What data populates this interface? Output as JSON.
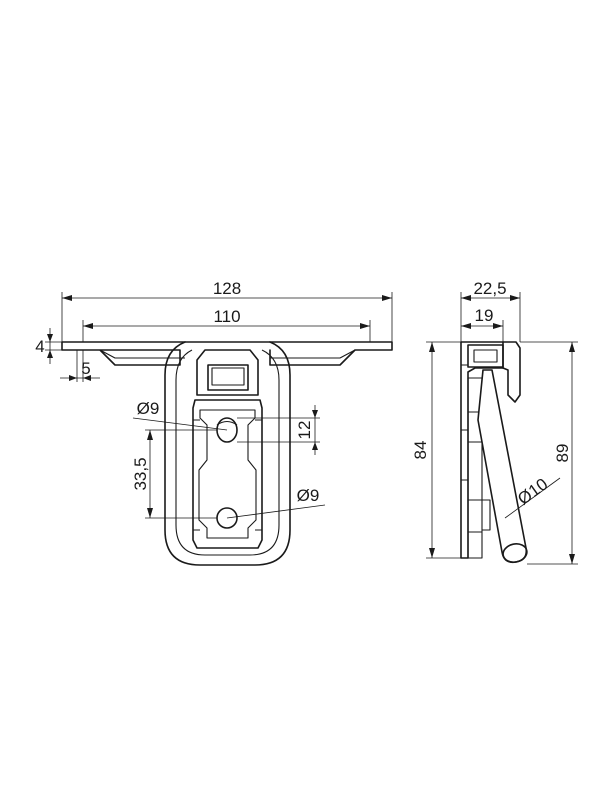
{
  "dimensions": {
    "overall_width": "128",
    "hole_spacing_width": "110",
    "plate_thickness": "4",
    "edge_offset": "5",
    "hole_diameter_top": "Ø9",
    "hole_diameter_bottom": "Ø9",
    "slot_height": "12",
    "hole_distance": "33,5",
    "side_total_depth": "22,5",
    "side_base_depth": "19",
    "side_height_body": "84",
    "side_height_total": "89",
    "handle_diameter": "Ø10"
  }
}
